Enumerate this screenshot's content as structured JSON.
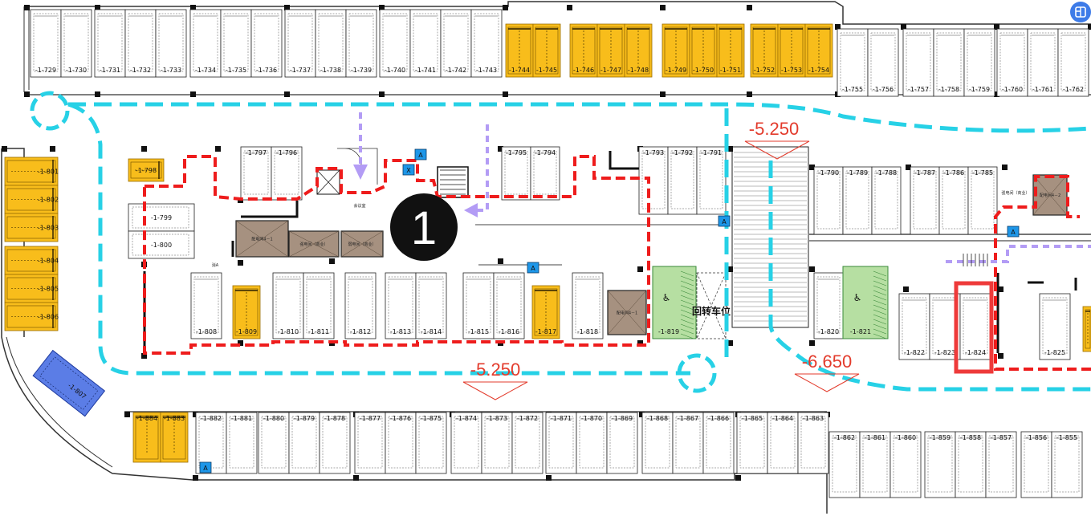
{
  "colors": {
    "line": "#222222",
    "yellow_fill": "#f8bd1b",
    "yellow_stroke": "#9a6d00",
    "blue_fill": "#5b7de6",
    "green_fill": "#b6dfa2",
    "brown_fill": "#a69180",
    "route_red": "#ee1c1c",
    "route_cyan": "#27d1e6",
    "route_purple": "#b39cf5",
    "marker_bg": "#1d96e8",
    "highlight": "#ee3a3a"
  },
  "elevations": [
    "-5.250",
    "-5.250",
    "-6.650"
  ],
  "route_marker": "1",
  "turn_space_label": "回转车位",
  "accessible_icon": "♿",
  "marker_letter": "A",
  "marker_letter_x": "X",
  "top_right_icon": "floorplan-icon",
  "stalls": {
    "top_left": [
      "-1-729",
      "-1-730",
      "-1-731",
      "-1-732",
      "-1-733",
      "-1-734",
      "-1-735",
      "-1-736",
      "-1-737",
      "-1-738",
      "-1-739",
      "-1-740",
      "-1-741",
      "-1-742",
      "-1-743"
    ],
    "top_yellow": [
      "-1-744",
      "-1-745",
      "-1-746",
      "-1-747",
      "-1-748",
      "-1-749",
      "-1-750",
      "-1-751",
      "-1-752",
      "-1-753",
      "-1-754"
    ],
    "top_right": [
      "-1-755",
      "-1-756",
      "-1-757",
      "-1-758",
      "-1-759",
      "-1-760",
      "-1-761",
      "-1-762"
    ],
    "left_column": [
      "-1-801",
      "-1-802",
      "-1-803",
      "-1-804",
      "-1-805",
      "-1-806"
    ],
    "blue_stall": "-1-807",
    "inner_top_left": [
      "-1-798",
      "-1-797",
      "-1-796"
    ],
    "inner_top_mid": [
      "-1-795",
      "-1-794"
    ],
    "inner_top_right": [
      "-1-793",
      "-1-792",
      "-1-791"
    ],
    "inner_left": [
      "-1-799",
      "-1-800"
    ],
    "inner_bottom": [
      "-1-808",
      "-1-809",
      "-1-810",
      "-1-811",
      "-1-812",
      "-1-813",
      "-1-814",
      "-1-815",
      "-1-816",
      "-1-817",
      "-1-818"
    ],
    "green_left": "-1-819",
    "right_top": [
      "-1-790",
      "-1-789",
      "-1-788",
      "-1-787",
      "-1-786",
      "-1-785"
    ],
    "right_bottom_a": "-1-820",
    "green_right": "-1-821",
    "right_bottom": [
      "-1-822",
      "-1-823",
      "-1-824",
      "-1-825"
    ],
    "bottom_left_yellow": [
      "-1-884",
      "-1-883"
    ],
    "bottom_row": [
      "-1-882",
      "-1-881",
      "-1-880",
      "-1-879",
      "-1-878",
      "-1-877",
      "-1-876",
      "-1-875",
      "-1-874",
      "-1-873",
      "-1-872",
      "-1-871",
      "-1-870",
      "-1-869",
      "-1-868",
      "-1-867",
      "-1-866",
      "-1-865",
      "-1-864",
      "-1-863"
    ],
    "bottom_right": [
      "-1-862",
      "-1-861",
      "-1-860",
      "-1-859",
      "-1-858",
      "-1-857",
      "-1-856",
      "-1-855"
    ]
  },
  "rooms": {
    "r1": "配电间4－1",
    "r2": "强电间（商业）",
    "r3": "弱电间（商业）",
    "r4": "配电间4－1",
    "r5": "配电间4－2",
    "r6": "强电间（商业）",
    "small_label": "会议室",
    "tiny_mark": "消A"
  }
}
